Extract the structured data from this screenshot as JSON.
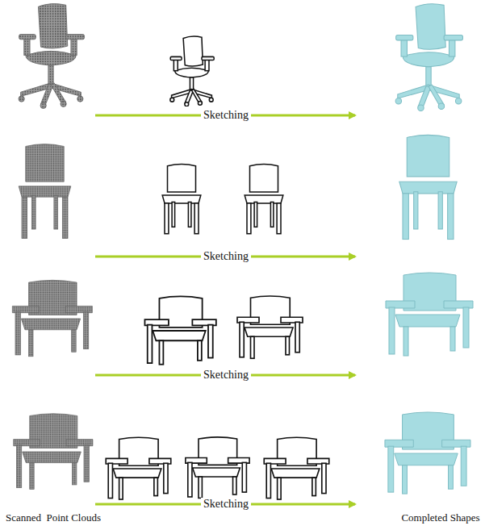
{
  "diagram": {
    "labels": [
      "Sketching",
      "Sketching",
      "Sketching",
      "Sketching",
      "Scanned  Point Clouds",
      "Completed Shapes"
    ]
  }
}
